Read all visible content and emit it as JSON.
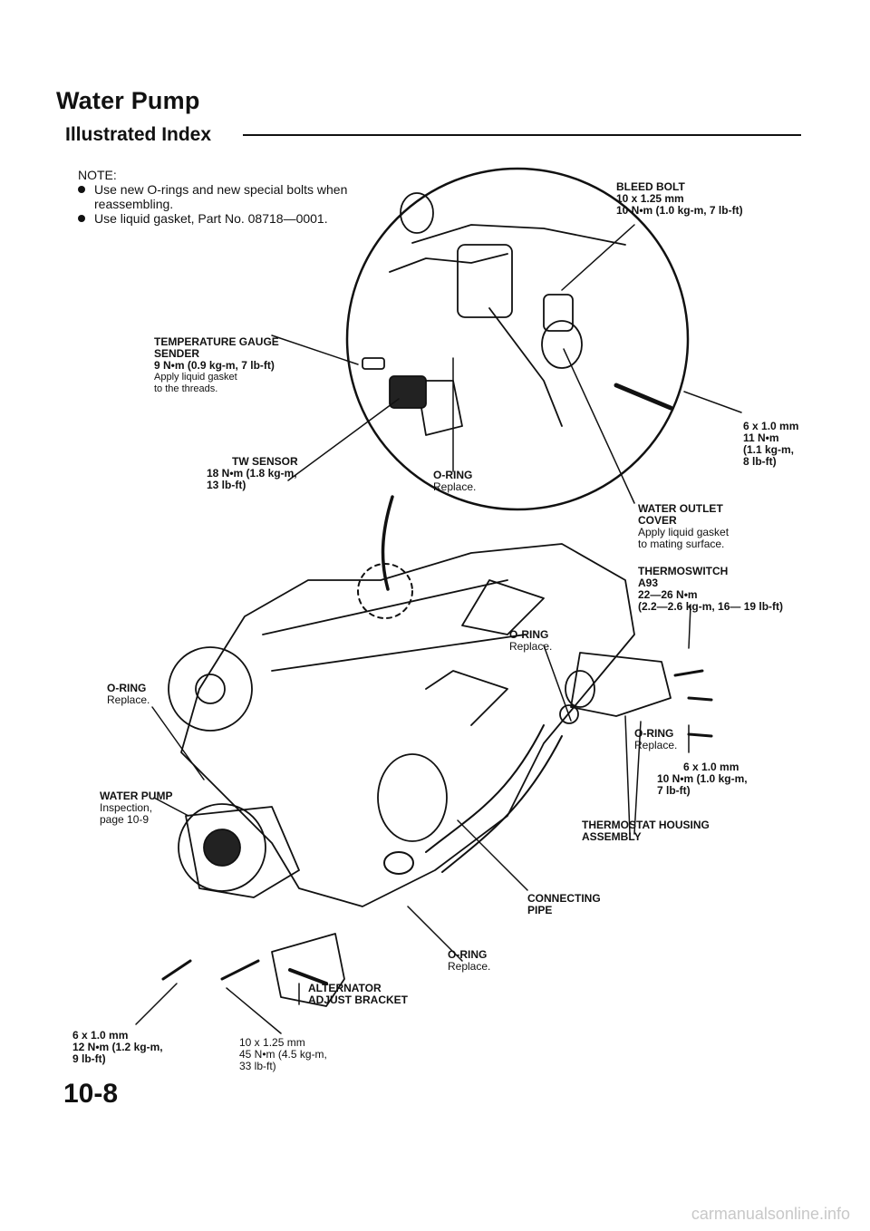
{
  "header": {
    "title": "Water Pump",
    "subtitle": "Illustrated Index"
  },
  "note": {
    "heading": "NOTE:",
    "items": [
      "Use new O-rings and new special bolts when reassembling.",
      "Use liquid gasket, Part No. 08718—0001."
    ]
  },
  "labels": {
    "bleed_bolt": {
      "title": "BLEED BOLT",
      "lines": [
        "10 x 1.25 mm",
        "10 N•m (1.0 kg-m, 7 lb-ft)"
      ]
    },
    "temp_sender": {
      "title_lines": [
        "TEMPERATURE GAUGE",
        "SENDER",
        "9 N•m (0.9 kg-m, 7 lb-ft)"
      ],
      "notes": [
        "Apply liquid gasket",
        "to the threads."
      ]
    },
    "tw_sensor": {
      "lines": [
        "TW SENSOR",
        "18 N•m (1.8 kg-m,",
        "13 lb-ft)"
      ]
    },
    "oring_top": {
      "title": "O-RING",
      "note": "Replace."
    },
    "bolt_6x1": {
      "lines": [
        "6 x 1.0 mm",
        "11 N•m",
        "(1.1 kg-m,",
        "8 lb-ft)"
      ]
    },
    "water_outlet": {
      "title_lines": [
        "WATER OUTLET",
        "COVER"
      ],
      "notes": [
        "Apply liquid gasket",
        "to mating surface."
      ]
    },
    "thermoswitch": {
      "lines": [
        "THERMOSWITCH",
        "A93",
        "22—26 N•m",
        "(2.2—2.6 kg-m, 16— 19 lb-ft)"
      ]
    },
    "oring_mid": {
      "title": "O-RING",
      "note": "Replace."
    },
    "oring_left": {
      "title": "O-RING",
      "note": "Replace."
    },
    "water_pump": {
      "title": "WATER PUMP",
      "notes": [
        "Inspection,",
        "page 10-9"
      ]
    },
    "oring_right": {
      "title": "O-RING",
      "note": "Replace."
    },
    "bolt_6x1_b": {
      "lines": [
        "6 x 1.0 mm",
        "10 N•m (1.0 kg-m,",
        "7 lb-ft)"
      ]
    },
    "thermostat_housing": {
      "lines": [
        "THERMOSTAT HOUSING",
        "ASSEMBLY"
      ]
    },
    "connecting_pipe": {
      "lines": [
        "CONNECTING",
        "PIPE"
      ]
    },
    "oring_bottom": {
      "title": "O-RING",
      "note": "Replace."
    },
    "alternator": {
      "lines": [
        "ALTERNATOR",
        "ADJUST BRACKET"
      ]
    },
    "bolt_6x1_c": {
      "lines": [
        "6 x 1.0 mm",
        "12 N•m (1.2 kg-m,",
        "9 lb-ft)"
      ]
    },
    "bolt_10x125": {
      "lines": [
        "10 x 1.25 mm",
        "45 N•m (4.5 kg-m,",
        "33 lb-ft)"
      ]
    }
  },
  "footer": {
    "page_number": "10-8",
    "watermark": "carmanualsonline.info"
  }
}
